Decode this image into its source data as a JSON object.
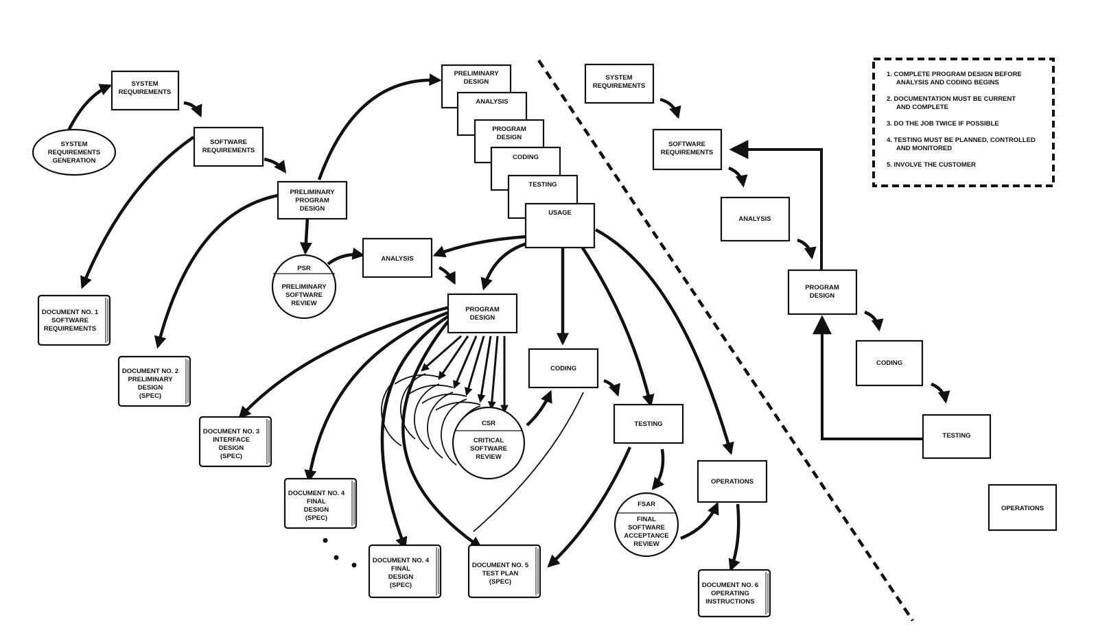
{
  "diagram": {
    "left": {
      "ellipse": {
        "lines": [
          "SYSTEM",
          "REQUIREMENTS",
          "GENERATION"
        ]
      },
      "boxes": {
        "system_req": [
          "SYSTEM",
          "REQUIREMENTS"
        ],
        "software_req": [
          "SOFTWARE",
          "REQUIREMENTS"
        ],
        "prelim_program_design": [
          "PRELIMINARY",
          "PROGRAM",
          "DESIGN"
        ],
        "analysis": [
          "ANALYSIS"
        ],
        "program_design": [
          "PROGRAM",
          "DESIGN"
        ],
        "coding": [
          "CODING"
        ],
        "testing": [
          "TESTING"
        ],
        "operations": [
          "OPERATIONS"
        ]
      },
      "stack": [
        [
          "PRELIMINARY",
          "DESIGN"
        ],
        [
          "ANALYSIS"
        ],
        [
          "PROGRAM",
          "DESIGN"
        ],
        [
          "CODING"
        ],
        [
          "TESTING"
        ],
        [
          "USAGE"
        ]
      ],
      "reviews": {
        "psr": {
          "abbr": "PSR",
          "lines": [
            "PRELIMINARY",
            "SOFTWARE",
            "REVIEW"
          ]
        },
        "csr": {
          "abbr": "CSR",
          "lines": [
            "CRITICAL",
            "SOFTWARE",
            "REVIEW"
          ]
        },
        "fsar": {
          "abbr": "FSAR",
          "lines": [
            "FINAL",
            "SOFTWARE",
            "ACCEPTANCE",
            "REVIEW"
          ]
        }
      },
      "documents": [
        {
          "lines": [
            "DOCUMENT NO. 1",
            "SOFTWARE",
            "REQUIREMENTS"
          ]
        },
        {
          "lines": [
            "DOCUMENT NO. 2",
            "PRELIMINARY",
            "DESIGN",
            "(SPEC)"
          ]
        },
        {
          "lines": [
            "DOCUMENT NO. 3",
            "INTERFACE",
            "DESIGN",
            "(SPEC)"
          ]
        },
        {
          "lines": [
            "DOCUMENT NO. 4",
            "FINAL",
            "DESIGN",
            "(SPEC)"
          ]
        },
        {
          "lines": [
            "DOCUMENT NO. 4",
            "FINAL",
            "DESIGN",
            "(SPEC)"
          ]
        },
        {
          "lines": [
            "DOCUMENT NO. 5",
            "TEST PLAN",
            "(SPEC)"
          ]
        },
        {
          "lines": [
            "DOCUMENT NO. 6",
            "OPERATING",
            "INSTRUCTIONS"
          ]
        }
      ]
    },
    "right": {
      "boxes": [
        [
          "SYSTEM",
          "REQUIREMENTS"
        ],
        [
          "SOFTWARE",
          "REQUIREMENTS"
        ],
        [
          "ANALYSIS"
        ],
        [
          "PROGRAM",
          "DESIGN"
        ],
        [
          "CODING"
        ],
        [
          "TESTING"
        ],
        [
          "OPERATIONS"
        ]
      ]
    },
    "notes": [
      [
        "1.  COMPLETE PROGRAM DESIGN BEFORE",
        "ANALYSIS AND CODING BEGINS"
      ],
      [
        "2.  DOCUMENTATION MUST BE CURRENT",
        "AND COMPLETE"
      ],
      [
        "3.  DO THE JOB TWICE IF POSSIBLE"
      ],
      [
        "4.  TESTING MUST BE PLANNED, CONTROLLED",
        "AND MONITORED"
      ],
      [
        "5.  INVOLVE THE CUSTOMER"
      ]
    ]
  }
}
